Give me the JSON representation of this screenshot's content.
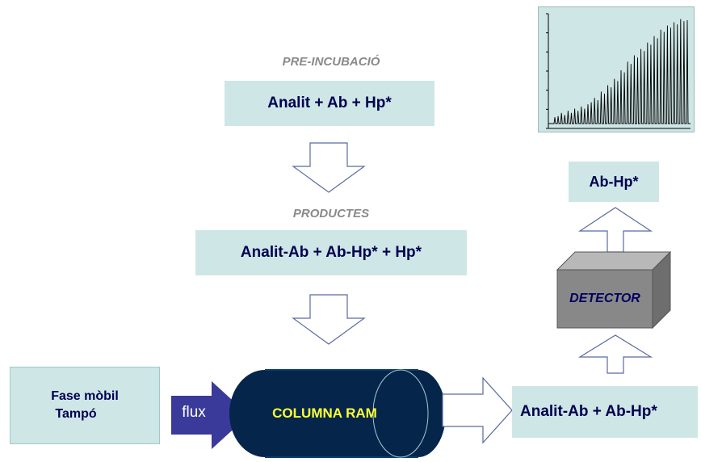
{
  "labels": {
    "pre_incubacio": "PRE-INCUBACIÓ",
    "productes": "PRODUCTES",
    "flux": "flux",
    "columna": "COLUMNA RAM",
    "detector": "DETECTOR"
  },
  "boxes": {
    "pre_incubation_formula": "Analit + Ab + Hp*",
    "products_formula": "Analit-Ab + Ab-Hp* + Hp*",
    "detected_product": "Ab-Hp*",
    "column_output": "Analit-Ab + Ab-Hp*",
    "mobile_phase_line1": "Fase mòbil",
    "mobile_phase_line2": "Tampó"
  },
  "colors": {
    "box_fill": "#cfe6e6",
    "text_dark": "#000050",
    "column_fill": "#05264a",
    "column_text": "#ffff33",
    "flux_arrow": "#3a3a9a",
    "detector_front": "#888888"
  },
  "chromatogram": {
    "peak_heights": [
      0.06,
      0.07,
      0.1,
      0.08,
      0.12,
      0.1,
      0.14,
      0.12,
      0.16,
      0.14,
      0.18,
      0.2,
      0.24,
      0.22,
      0.3,
      0.28,
      0.36,
      0.34,
      0.42,
      0.4,
      0.5,
      0.48,
      0.58,
      0.56,
      0.64,
      0.62,
      0.7,
      0.68,
      0.76,
      0.74,
      0.82,
      0.8,
      0.88,
      0.86,
      0.92,
      0.9,
      0.95,
      0.93,
      0.98,
      0.96,
      0.97
    ]
  }
}
